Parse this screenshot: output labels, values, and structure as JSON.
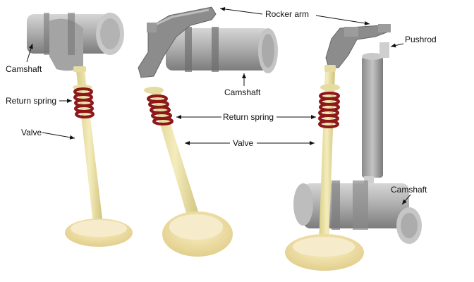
{
  "labels": {
    "camshaft_left": "Camshaft",
    "return_spring_left": "Return spring",
    "valve_left": "Valve",
    "rocker_arm": "Rocker arm",
    "camshaft_middle": "Camshaft",
    "return_spring_middle": "Return spring",
    "valve_middle": "Valve",
    "pushrod": "Pushrod",
    "camshaft_right": "Camshaft"
  },
  "colors": {
    "valve": "#ece3a8",
    "valve_head": "#f4e6b0",
    "spring": "#8e1818",
    "metal": "#9a9a9a",
    "metal_dark": "#6a6a6a"
  }
}
